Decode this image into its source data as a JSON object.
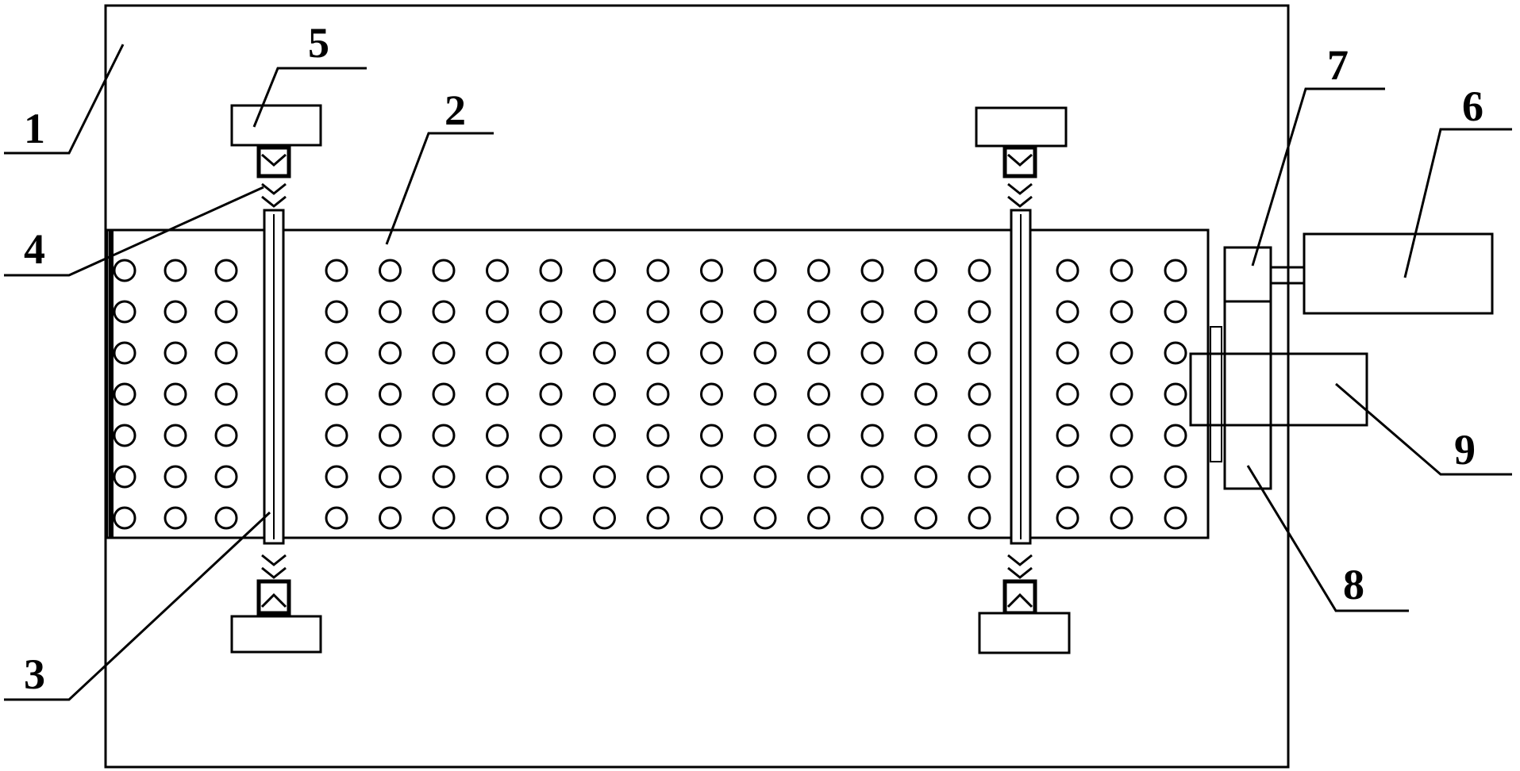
{
  "labels": {
    "l1": "1",
    "l2": "2",
    "l3": "3",
    "l4": "4",
    "l5": "5",
    "l6": "6",
    "l7": "7",
    "l8": "8",
    "l9": "9"
  },
  "hole_grid": {
    "rows": 7,
    "left_columns": 3,
    "middle_columns": 13,
    "right_columns": 3
  }
}
